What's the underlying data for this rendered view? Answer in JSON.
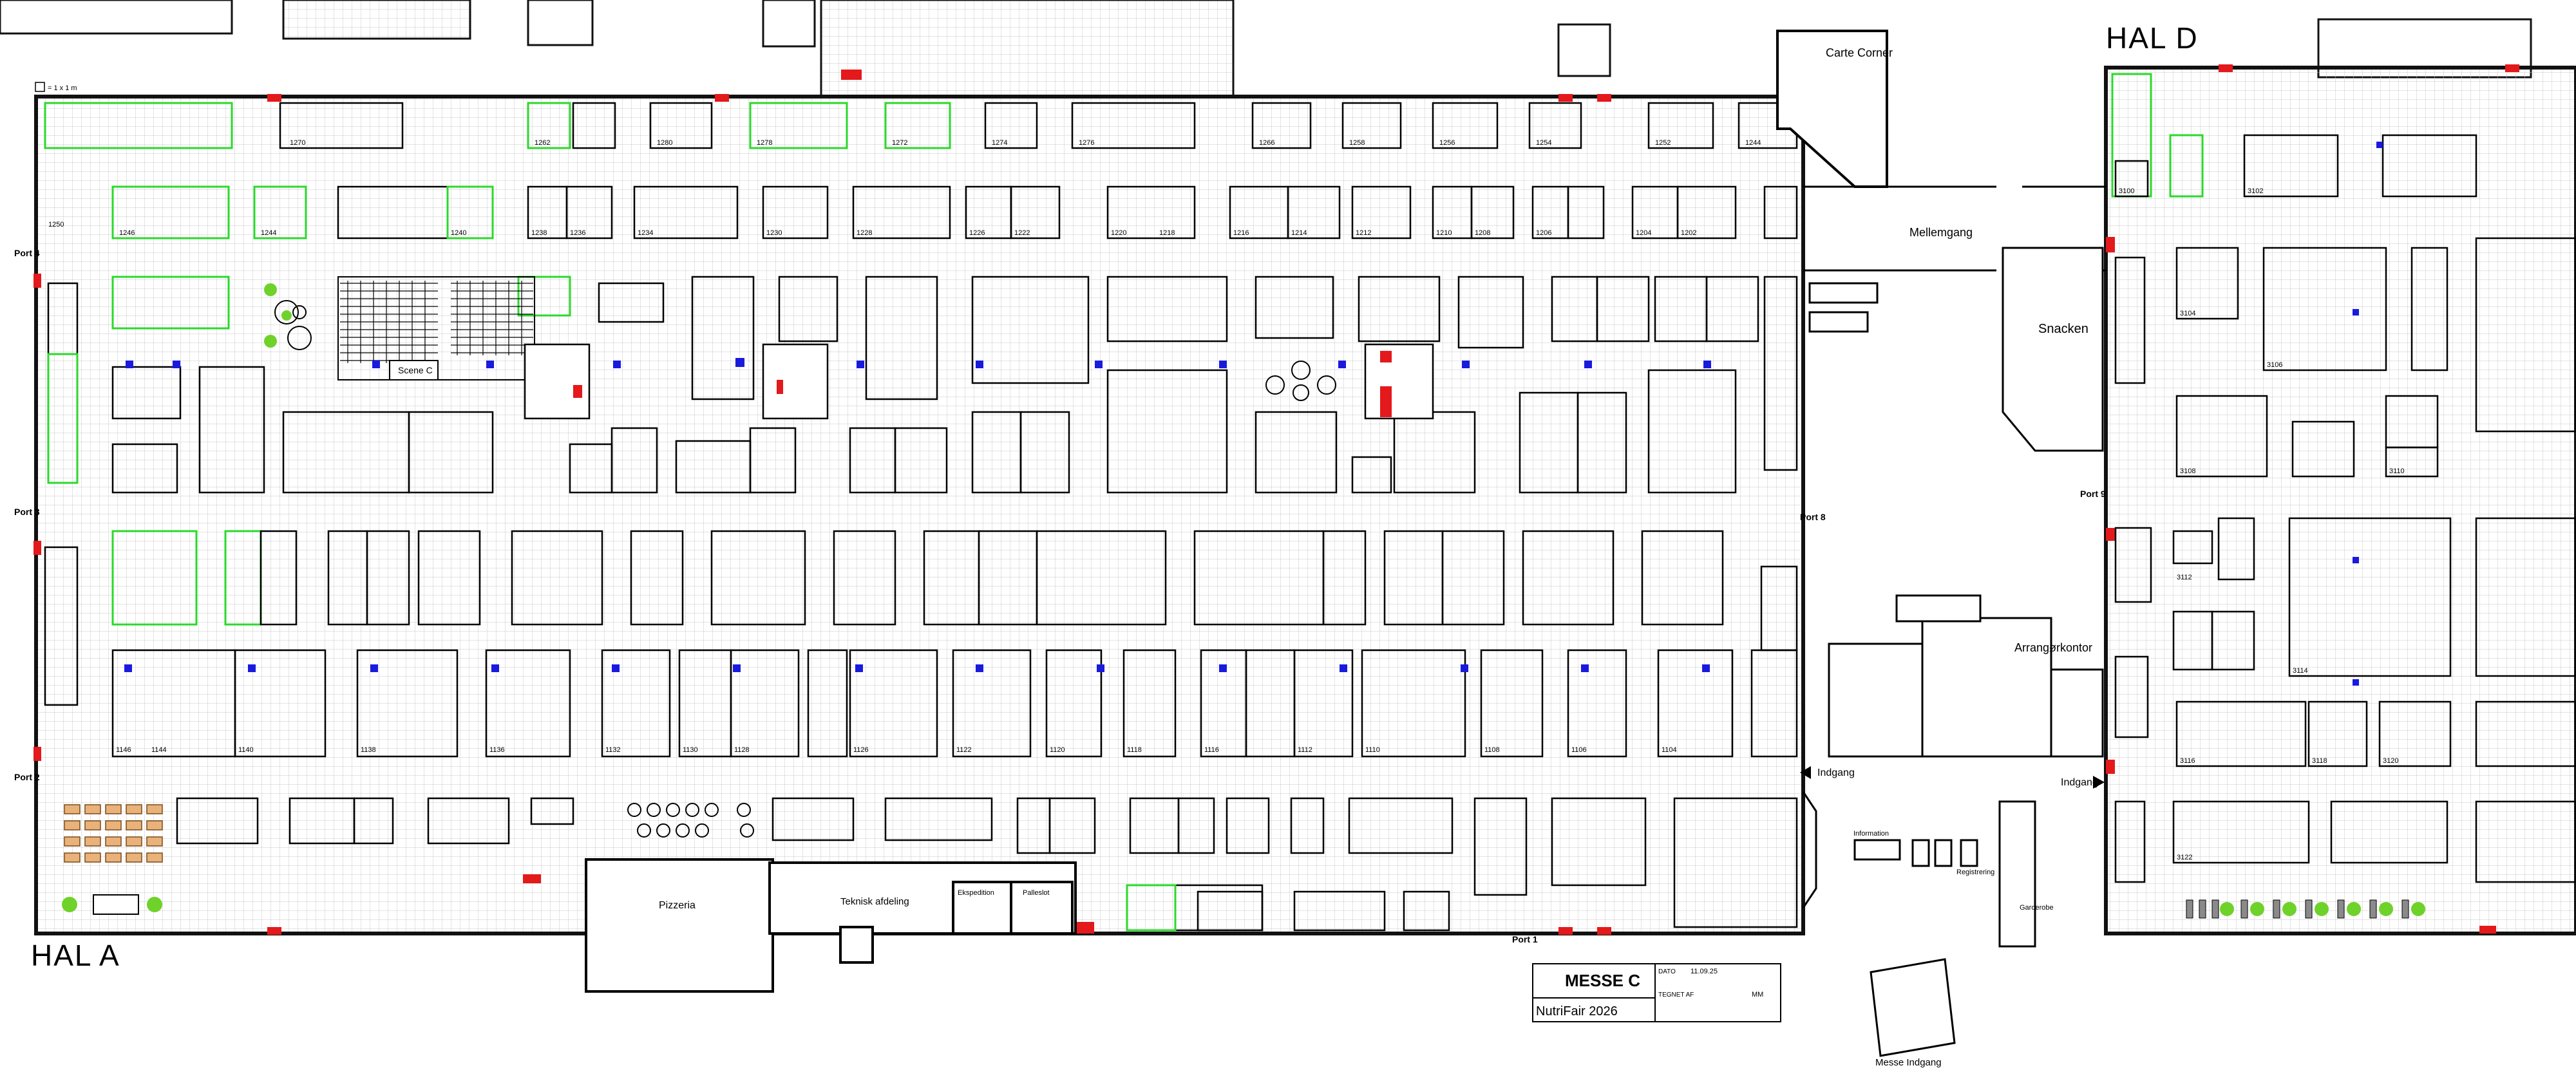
{
  "halls": {
    "a": "HAL A",
    "d": "HAL D"
  },
  "ports": {
    "port1": "Port 1",
    "port2": "Port 2",
    "port3": "Port 3",
    "port4": "Port 4",
    "port8": "Port 8",
    "port9": "Port 9"
  },
  "rooms": {
    "carte_corner": "Carte Corner",
    "mellemgang": "Mellemgang",
    "snacken": "Snacken",
    "arrangorkontor": "Arrangørkontor",
    "pizzeria": "Pizzeria",
    "teknisk": "Teknisk afdeling",
    "ekspedition": "Ekspedition",
    "palleslot": "Palleslot",
    "registrering": "Registrering",
    "information": "Information",
    "garderobe": "Garderobe",
    "scene": "Scene C",
    "messe_indgang": "Messe Indgang"
  },
  "entrances": {
    "left": "Indgang",
    "right": "Indgang"
  },
  "title_block": {
    "logo": "MESSE C",
    "event": "NutriFair 2026",
    "date_label": "DATO",
    "date": "11.09.25",
    "drawn_label": "TEGNET AF",
    "drawn": "MM"
  },
  "legend": {
    "scale": "= 1 x 1 m"
  },
  "colors": {
    "wall": "#111111",
    "grid": "#c8c8c8",
    "booth": "#000000",
    "highlight_booth": "#2bd92b",
    "door": "#e3191b",
    "marker": "#1a1adf",
    "plant": "#6fd22a"
  },
  "booth_numbers": {
    "top_row": [
      "1250",
      "1270",
      "1262",
      "1280",
      "1278",
      "1272",
      "1274",
      "1276",
      "1266",
      "1258",
      "1256",
      "1254",
      "1252",
      "1244"
    ],
    "row_2": [
      "1246",
      "1244",
      "1240",
      "1238",
      "1236",
      "1234",
      "1230",
      "1228",
      "1226",
      "1222",
      "1220",
      "1218",
      "1216",
      "1214",
      "1212",
      "1210",
      "1208",
      "1206",
      "1204",
      "1202"
    ],
    "row_3": [
      "1146",
      "1144",
      "1140",
      "1138",
      "1136",
      "1132",
      "1130",
      "1128",
      "1126",
      "1122",
      "1120",
      "1118",
      "1116",
      "1112",
      "1110",
      "1108",
      "1106",
      "1104"
    ],
    "hall_d": [
      "3100",
      "3102",
      "3104",
      "3106",
      "3108",
      "3110",
      "3112",
      "3114",
      "3116",
      "3118",
      "3120",
      "3122"
    ]
  }
}
